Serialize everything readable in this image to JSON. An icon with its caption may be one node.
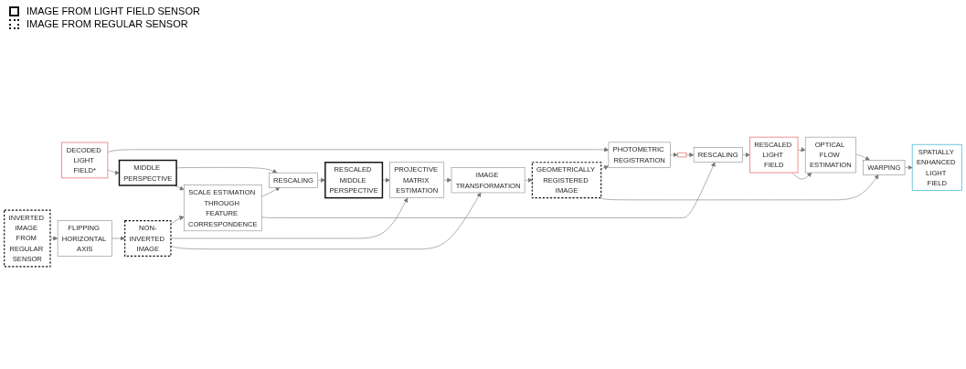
{
  "diagram": {
    "nodes": [
      {
        "text": [
          "DECODED LIGHT FIELD*"
        ]
      },
      {
        "text": [
          "MIDDLE PERSPECTIVE"
        ]
      },
      {
        "text": [
          "RESCALING"
        ]
      },
      {
        "text": [
          "RESCALED MIDDLE PERSPECTIVE"
        ]
      },
      {
        "text": [
          "PHOTOMETRIC REGISTRATION"
        ]
      },
      {
        "text": [],
        "shape": "box"
      },
      {
        "text": [
          "SCALE ESTIMATION THROUGH FEATURE CORRESPONDENCE"
        ]
      },
      {
        "text": [
          "RESCALING"
        ]
      },
      {
        "text": [
          "RESCALED LIGHT FIELD"
        ]
      },
      {
        "text": [
          "SPATIALLY ENHANCED LIGHT FIELD"
        ]
      },
      {
        "text": [
          "INVERTED IMAGE FROM REGULAR SENSOR"
        ]
      },
      {
        "text": [
          "FLIPPING HORIZONTAL AXIS"
        ]
      },
      {
        "text": [
          "NON-INVERTED IMAGE"
        ]
      },
      {
        "text": [
          "PROJECTIVE MATRIX ESTIMATION"
        ]
      },
      {
        "text": [
          "IMAGE TRANSFORMATION"
        ]
      },
      {
        "text": [
          "GEOMETRICALLY REGISTERED IMAGE"
        ]
      },
      {
        "text": [
          "OPTICAL FLOW ESTIMATION"
        ]
      },
      {
        "text": [
          "WARPING"
        ]
      }
    ],
    "edges": [
      {
        "from": 0,
        "to": 4,
        "arrow": "to"
      },
      {
        "from": 0,
        "to": 1,
        "arrow": "to"
      },
      {
        "from": 1,
        "to": 2,
        "arrow": "to"
      },
      {
        "from": 1,
        "to": 6,
        "arrow": "to"
      },
      {
        "from": 6,
        "to": 2,
        "arrow": "to"
      },
      {
        "from": 2,
        "to": 3,
        "arrow": "to"
      },
      {
        "from": 3,
        "to": 13,
        "arrow": "to"
      },
      {
        "from": 4,
        "to": 5,
        "arrow": "to"
      },
      {
        "from": 5,
        "to": 7,
        "arrow": "to"
      },
      {
        "from": 6,
        "to": 7,
        "arrow": "to"
      },
      {
        "from": 7,
        "to": 8,
        "arrow": "to"
      },
      {
        "from": 15,
        "to": 4,
        "arrow": "to"
      },
      {
        "from": 10,
        "to": 11,
        "arrow": "to"
      },
      {
        "from": 11,
        "to": 12,
        "arrow": "to"
      },
      {
        "from": 12,
        "to": 6,
        "arrow": "to"
      },
      {
        "from": 12,
        "to": 13,
        "arrow": "to"
      },
      {
        "from": 12,
        "to": 14,
        "arrow": "to"
      },
      {
        "from": 13,
        "to": 14,
        "arrow": "to"
      },
      {
        "from": 14,
        "to": 15,
        "arrow": "to"
      },
      {
        "from": 8,
        "to": 16,
        "arrow": "to"
      },
      {
        "from": 8,
        "to": 16,
        "arrow": "to"
      },
      {
        "from": 16,
        "to": 17,
        "arrow": "to"
      },
      {
        "from": 15,
        "to": 17,
        "arrow": "to"
      },
      {
        "from": 17,
        "to": 9,
        "arrow": "to"
      }
    ],
    "legend": [
      {
        "text": "IMAGE FROM LIGHT FIELD SENSOR"
      },
      {
        "text": "IMAGE FROM REGULAR SENSOR"
      }
    ]
  }
}
